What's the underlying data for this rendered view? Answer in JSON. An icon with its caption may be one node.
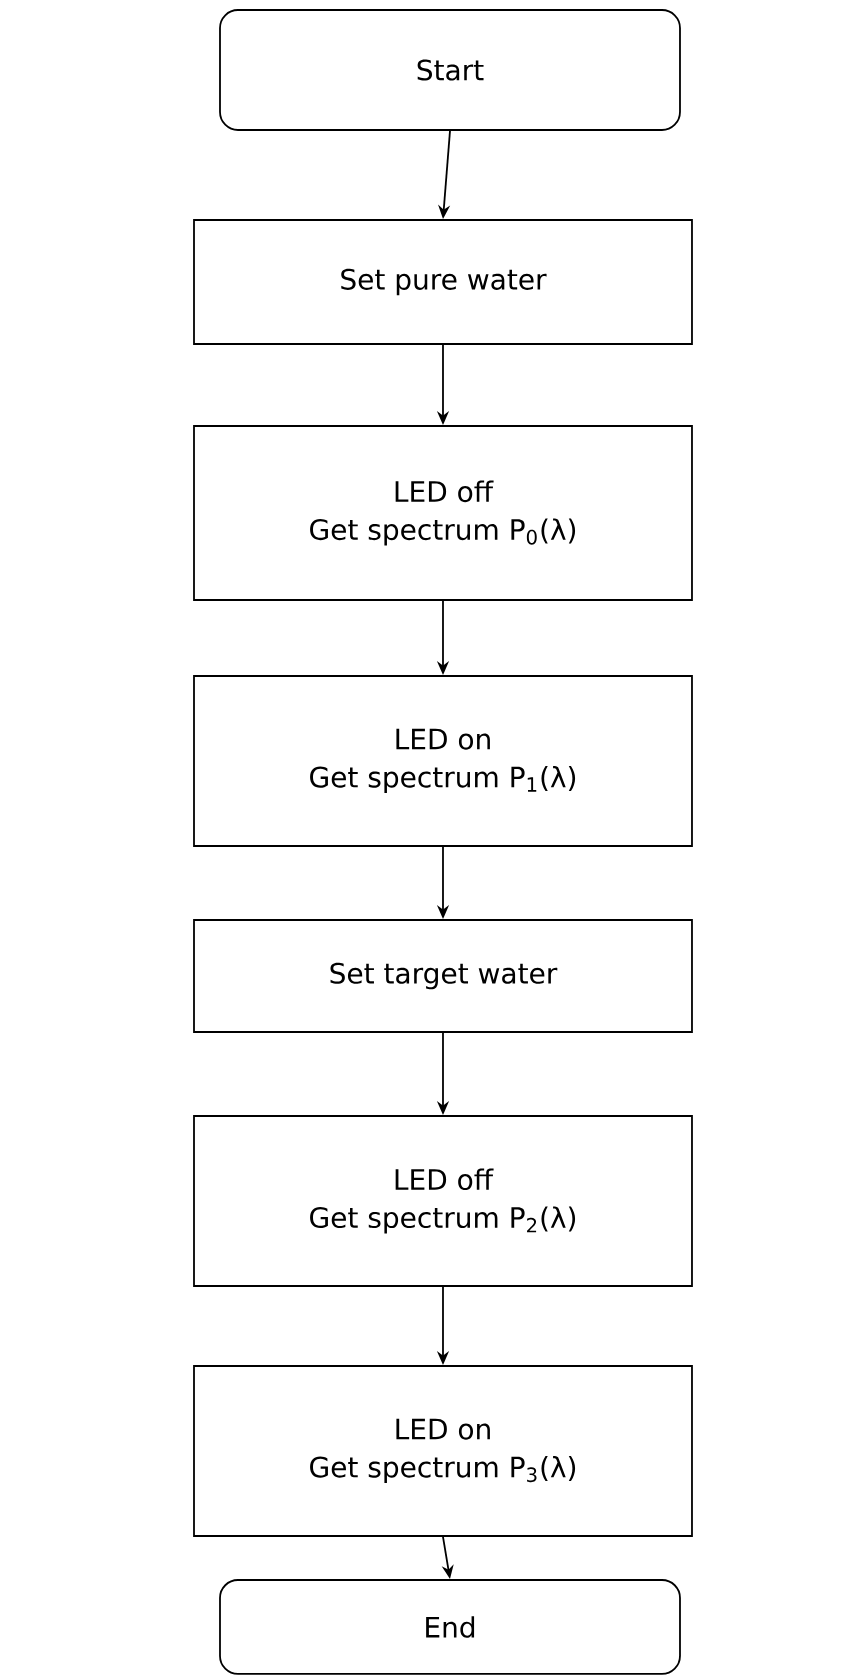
{
  "diagram": {
    "nodes": [
      {
        "text": [
          "Start"
        ]
      },
      {
        "text": [
          "Set pure water"
        ]
      },
      {
        "text": [
          "LED off",
          "Get spectrum P$_{0}$(λ)"
        ]
      },
      {
        "text": [
          "LED on",
          "Get spectrum P$_{1}$(λ)"
        ]
      },
      {
        "text": [
          "Set target water"
        ]
      },
      {
        "text": [
          "LED off",
          "Get spectrum P$_{2}$(λ)"
        ]
      },
      {
        "text": [
          "LED on",
          "Get spectrum P$_{3}$(λ)"
        ]
      },
      {
        "text": [
          "End"
        ]
      }
    ],
    "edges": [
      {
        "from": 0,
        "to": 1,
        "arrow": "to"
      },
      {
        "from": 1,
        "to": 2,
        "arrow": "to"
      },
      {
        "from": 2,
        "to": 3,
        "arrow": "to"
      },
      {
        "from": 3,
        "to": 4,
        "arrow": "to"
      },
      {
        "from": 4,
        "to": 5,
        "arrow": "to"
      },
      {
        "from": 5,
        "to": 6,
        "arrow": "to"
      },
      {
        "from": 6,
        "to": 7,
        "arrow": "to"
      }
    ]
  }
}
